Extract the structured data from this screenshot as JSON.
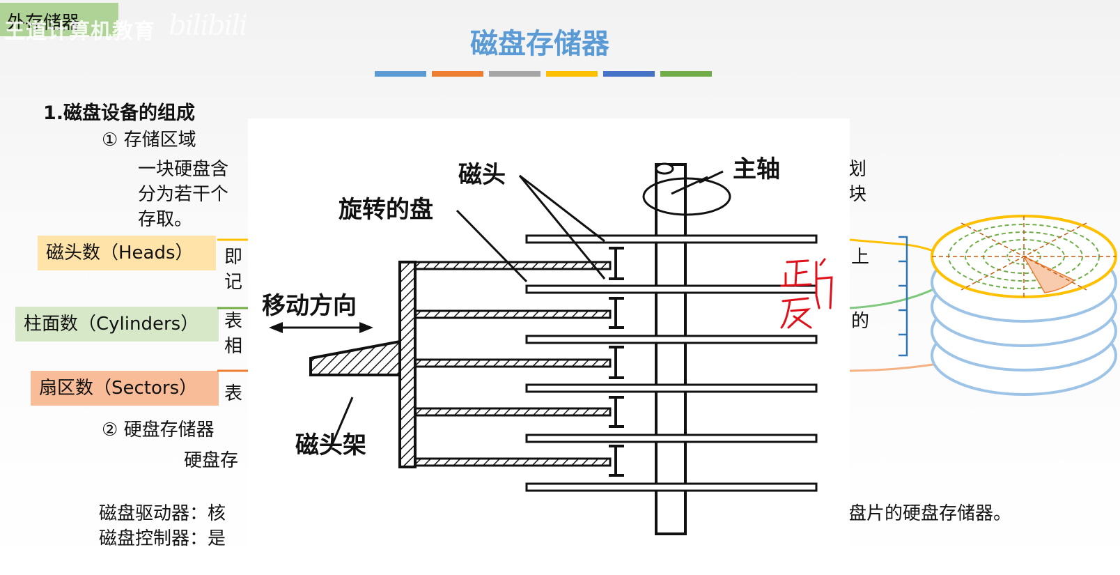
{
  "header": {
    "corner_tag": "外存储器",
    "watermark": "王道计算机教育",
    "watermark_logo": "bilibili",
    "title": "磁盘存储器",
    "color_bar": [
      "#5b9bd5",
      "#ed7d31",
      "#a5a5a5",
      "#ffc000",
      "#4472c4",
      "#70ad47"
    ]
  },
  "content": {
    "heading": "1.磁盘设备的组成",
    "sub1": "① 存储区域",
    "para_line1": "一块硬盘含",
    "para_line1_right": "划",
    "para_line2": "分为若干个",
    "para_line2_right": "块",
    "para_line3": "存取。",
    "labels": [
      {
        "text": "磁头数（Heads）",
        "color": "#ffe3a8",
        "body1": "即",
        "body2": "记",
        "right": "上"
      },
      {
        "text": "柱面数（Cylinders）",
        "color": "#d6e8c8",
        "body1": "表",
        "body2": "相",
        "right": "的"
      },
      {
        "text": "扇区数（Sectors）",
        "color": "#f8bc98",
        "body1": "表",
        "body2": "",
        "right": ""
      }
    ],
    "sub2": "② 硬盘存储器",
    "sub2_body": "硬盘存",
    "driver": "磁盘驱动器：核",
    "driver_right": "盘片的硬盘存储器。",
    "controller": "磁盘控制器：是"
  },
  "figure": {
    "label_head": "磁头",
    "label_spindle": "主轴",
    "label_platter": "旋转的盘",
    "label_direction": "移动方向",
    "label_arm": "磁头架",
    "annotation": "正反"
  }
}
